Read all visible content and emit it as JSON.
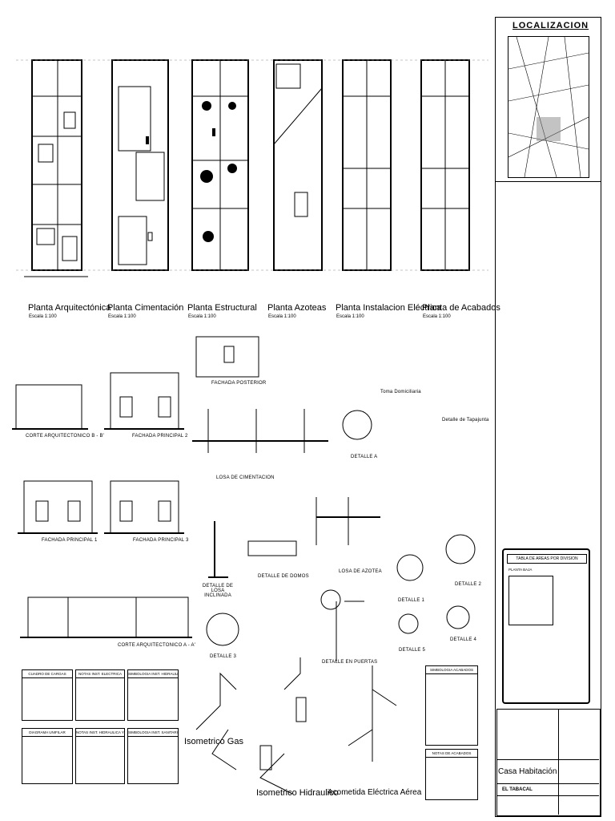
{
  "plans": [
    {
      "title": "Planta Arquitectónica",
      "scale": "Escala 1:100"
    },
    {
      "title": "Planta Cimentación",
      "scale": "Escala 1:100"
    },
    {
      "title": "Planta Estructural",
      "scale": "Escala 1:100"
    },
    {
      "title": "Planta Azoteas",
      "scale": "Escala 1:100"
    },
    {
      "title": "Planta Instalacion Eléctrica",
      "scale": "Escala 1:100"
    },
    {
      "title": "Planta de Acabados",
      "scale": "Escala 1:100"
    }
  ],
  "labels": {
    "corte_bb": "CORTE ARQUITECTONICO B - B'",
    "fachada_p2": "FACHADA PRINCIPAL 2",
    "fachada_p1": "FACHADA PRINCIPAL 1",
    "fachada_p3": "FACHADA PRINCIPAL 3",
    "corte_aa": "CORTE ARQUITECTONICO A - A'",
    "fachada_posterior": "FACHADA POSTERIOR",
    "losa_cimentacion": "LOSA DE CIMENTACION",
    "toma_domiciliaria": "Toma Domiciliaria",
    "detalle_tapajunta": "Detalle de Tapajunta",
    "detalle_a": "DETALLE A",
    "losa_azotea": "LOSA DE AZOTEA",
    "detalle_domos": "DETALLE DE DOMOS",
    "detalle_losa_inclinada": "DETALLE DE LOSA INCLINADA",
    "detalle_3": "DETALLE 3",
    "detalle_1": "DETALLE 1",
    "detalle_2": "DETALLE 2",
    "detalle_4": "DETALLE 4",
    "detalle_5": "DETALLE 5",
    "detalle_puertas": "DETALLE EN PUERTAS",
    "isometrico_gas": "Isometrico Gas",
    "isometrico_hidraulico": "Isometrico Hidraulico",
    "acometida": "Acometida Eléctrica Aérea"
  },
  "tables": {
    "cuadro_cargas": "CUADRO DE CARGAS",
    "notas_electrica": "NOTAS INST. ELECTRICA",
    "simbologia_hidraulica": "SIMBOLOGIA INST. HIDRAULICA",
    "diagrama_unifilar": "DIAGRAMA UNIFILAR",
    "notas_hidraulica_gas": "NOTAS INST. HIDRAULICA Y GAS",
    "simbologia_sanitaria": "SIMBOLOGIA INST. SANITARIA",
    "simbologia_acabados": "SIMBOLOGIA ACABADOS",
    "notas_acabados": "NOTAS DE ACABADOS"
  },
  "localizacion": {
    "title": "LOCALIZACION"
  },
  "areas_table": {
    "title": "TABLA DE AREAS POR DIVISION",
    "subtitle": "PLANTA BAJA"
  },
  "title_block": {
    "project": "Casa Habitación",
    "location": "EL TABACAL"
  },
  "colors": {
    "ink": "#000000",
    "paper": "#ffffff",
    "gray": "#888888"
  }
}
